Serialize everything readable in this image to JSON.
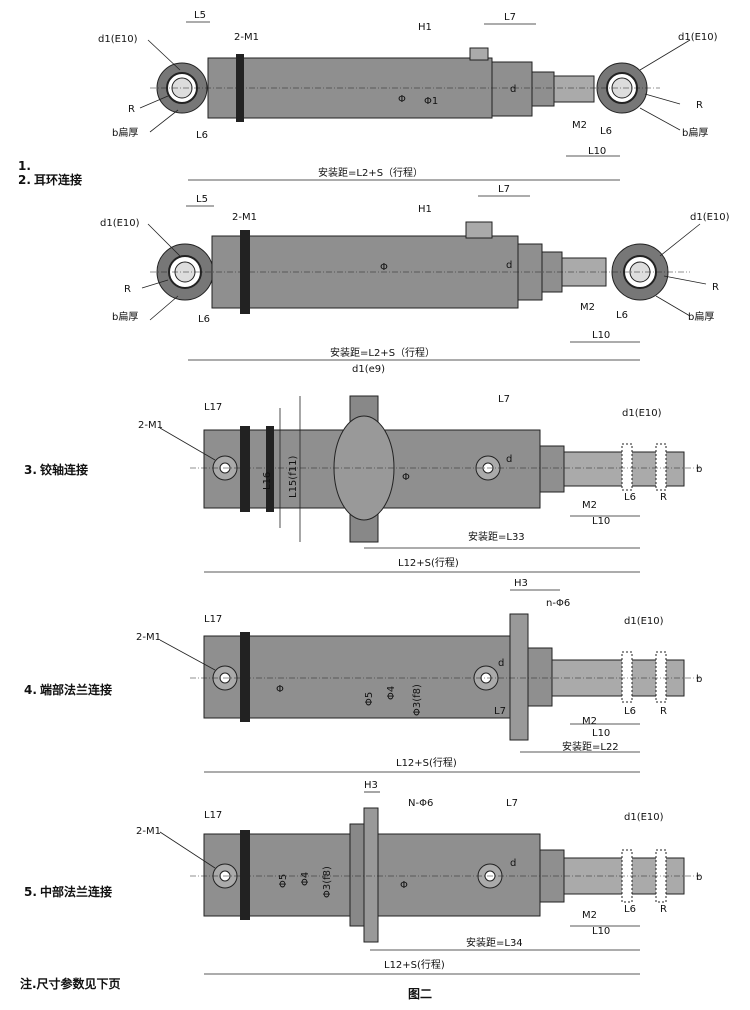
{
  "figure": {
    "caption": "图二",
    "note": "注.尺寸参数见下页"
  },
  "sections": [
    {
      "index": "1.",
      "title": "",
      "labels": {
        "l5": "L5",
        "m1": "2-M1",
        "h1": "H1",
        "l7": "L7",
        "d1_left": "d1(E10)",
        "d1_right": "d1(E10)",
        "r_left": "R",
        "r_right": "R",
        "b_left": "b扁厚",
        "b_right": "b扁厚",
        "l6_left": "L6",
        "l6_right": "L6",
        "phi": "Φ",
        "phi1": "Φ1",
        "d": "d",
        "m2": "M2",
        "l10": "L10",
        "install": "安装距=L2+S（行程）"
      }
    },
    {
      "index": "2.",
      "title": "耳环连接",
      "labels": {
        "l5": "L5",
        "m1": "2-M1",
        "h1": "H1",
        "l7": "L7",
        "d1_left": "d1(E10)",
        "d1_right": "d1(E10)",
        "r_left": "R",
        "r_right": "R",
        "b_left": "b扁厚",
        "b_right": "b扁厚",
        "l6_left": "L6",
        "l6_right": "L6",
        "phi": "Φ",
        "d": "d",
        "m2": "M2",
        "l10": "L10",
        "install": "安装距=L2+S（行程）"
      }
    },
    {
      "index": "3.",
      "title": "铰轴连接",
      "labels": {
        "d1e9": "d1(e9)",
        "l17": "L17",
        "m1": "2-M1",
        "l7": "L7",
        "d1e10": "d1(E10)",
        "l16": "L16",
        "l15": "L15(f11)",
        "phi": "Φ",
        "d": "d",
        "b": "b",
        "m2": "M2",
        "l6": "L6",
        "r": "R",
        "l10": "L10",
        "install": "安装距=L33",
        "stroke": "L12+S(行程)"
      }
    },
    {
      "index": "4.",
      "title": "端部法兰连接",
      "labels": {
        "h3": "H3",
        "n6": "n-Φ6",
        "l17": "L17",
        "m1": "2-M1",
        "d1e10": "d1(E10)",
        "phi": "Φ",
        "phi5": "Φ5",
        "phi4": "Φ4",
        "phi3": "Φ3(f8)",
        "d": "d",
        "l7": "L7",
        "b": "b",
        "m2": "M2",
        "l6": "L6",
        "r": "R",
        "l10": "L10",
        "install": "安装距=L22",
        "stroke": "L12+S(行程)"
      }
    },
    {
      "index": "5.",
      "title": "中部法兰连接",
      "labels": {
        "h3": "H3",
        "n6": "N-Φ6",
        "l17": "L17",
        "l7": "L7",
        "m1": "2-M1",
        "d1e10": "d1(E10)",
        "phi5": "Φ5",
        "phi4": "Φ4",
        "phi3": "Φ3(f8)",
        "phi": "Φ",
        "d": "d",
        "b": "b",
        "m2": "M2",
        "l6": "L6",
        "r": "R",
        "l10": "L10",
        "install": "安装距=L34",
        "stroke": "L12+S(行程)"
      }
    }
  ]
}
